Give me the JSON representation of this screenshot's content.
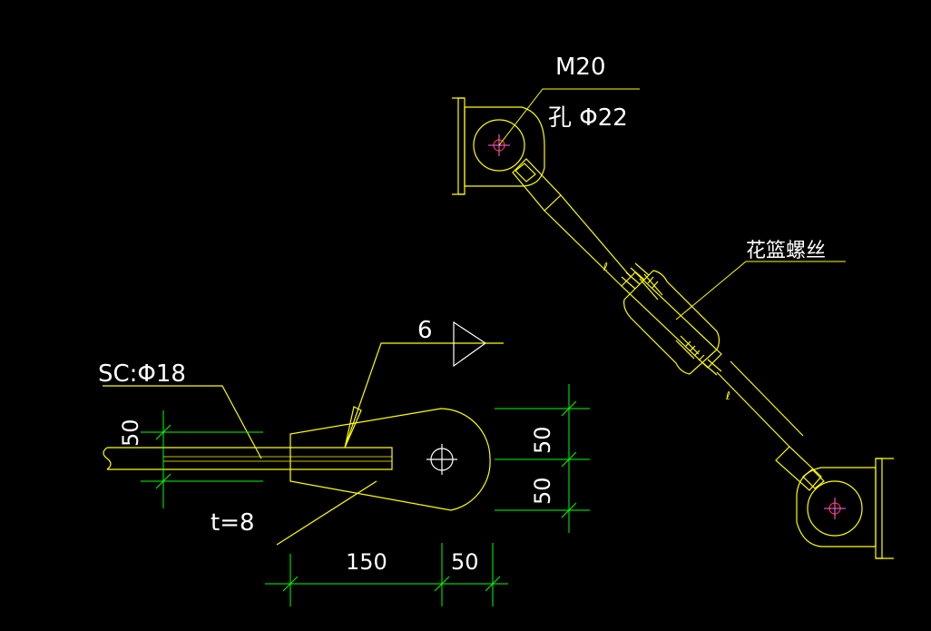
{
  "labels": {
    "bolt": "M20",
    "hole": "孔 Φ22",
    "turnbuckle": "花篮螺丝",
    "weld_size": "6",
    "rod": "SC:Φ18",
    "thickness": "t=8",
    "dim_150": "150",
    "dim_50_bottom": "50",
    "dim_50_left": "50",
    "dim_50_upper": "50",
    "dim_50_lower": "50"
  },
  "colors": {
    "background": "#000000",
    "text": "#ffffff",
    "geometry": "#ffff00",
    "dimension": "#00ff00",
    "center_mark": "#ff3333"
  }
}
